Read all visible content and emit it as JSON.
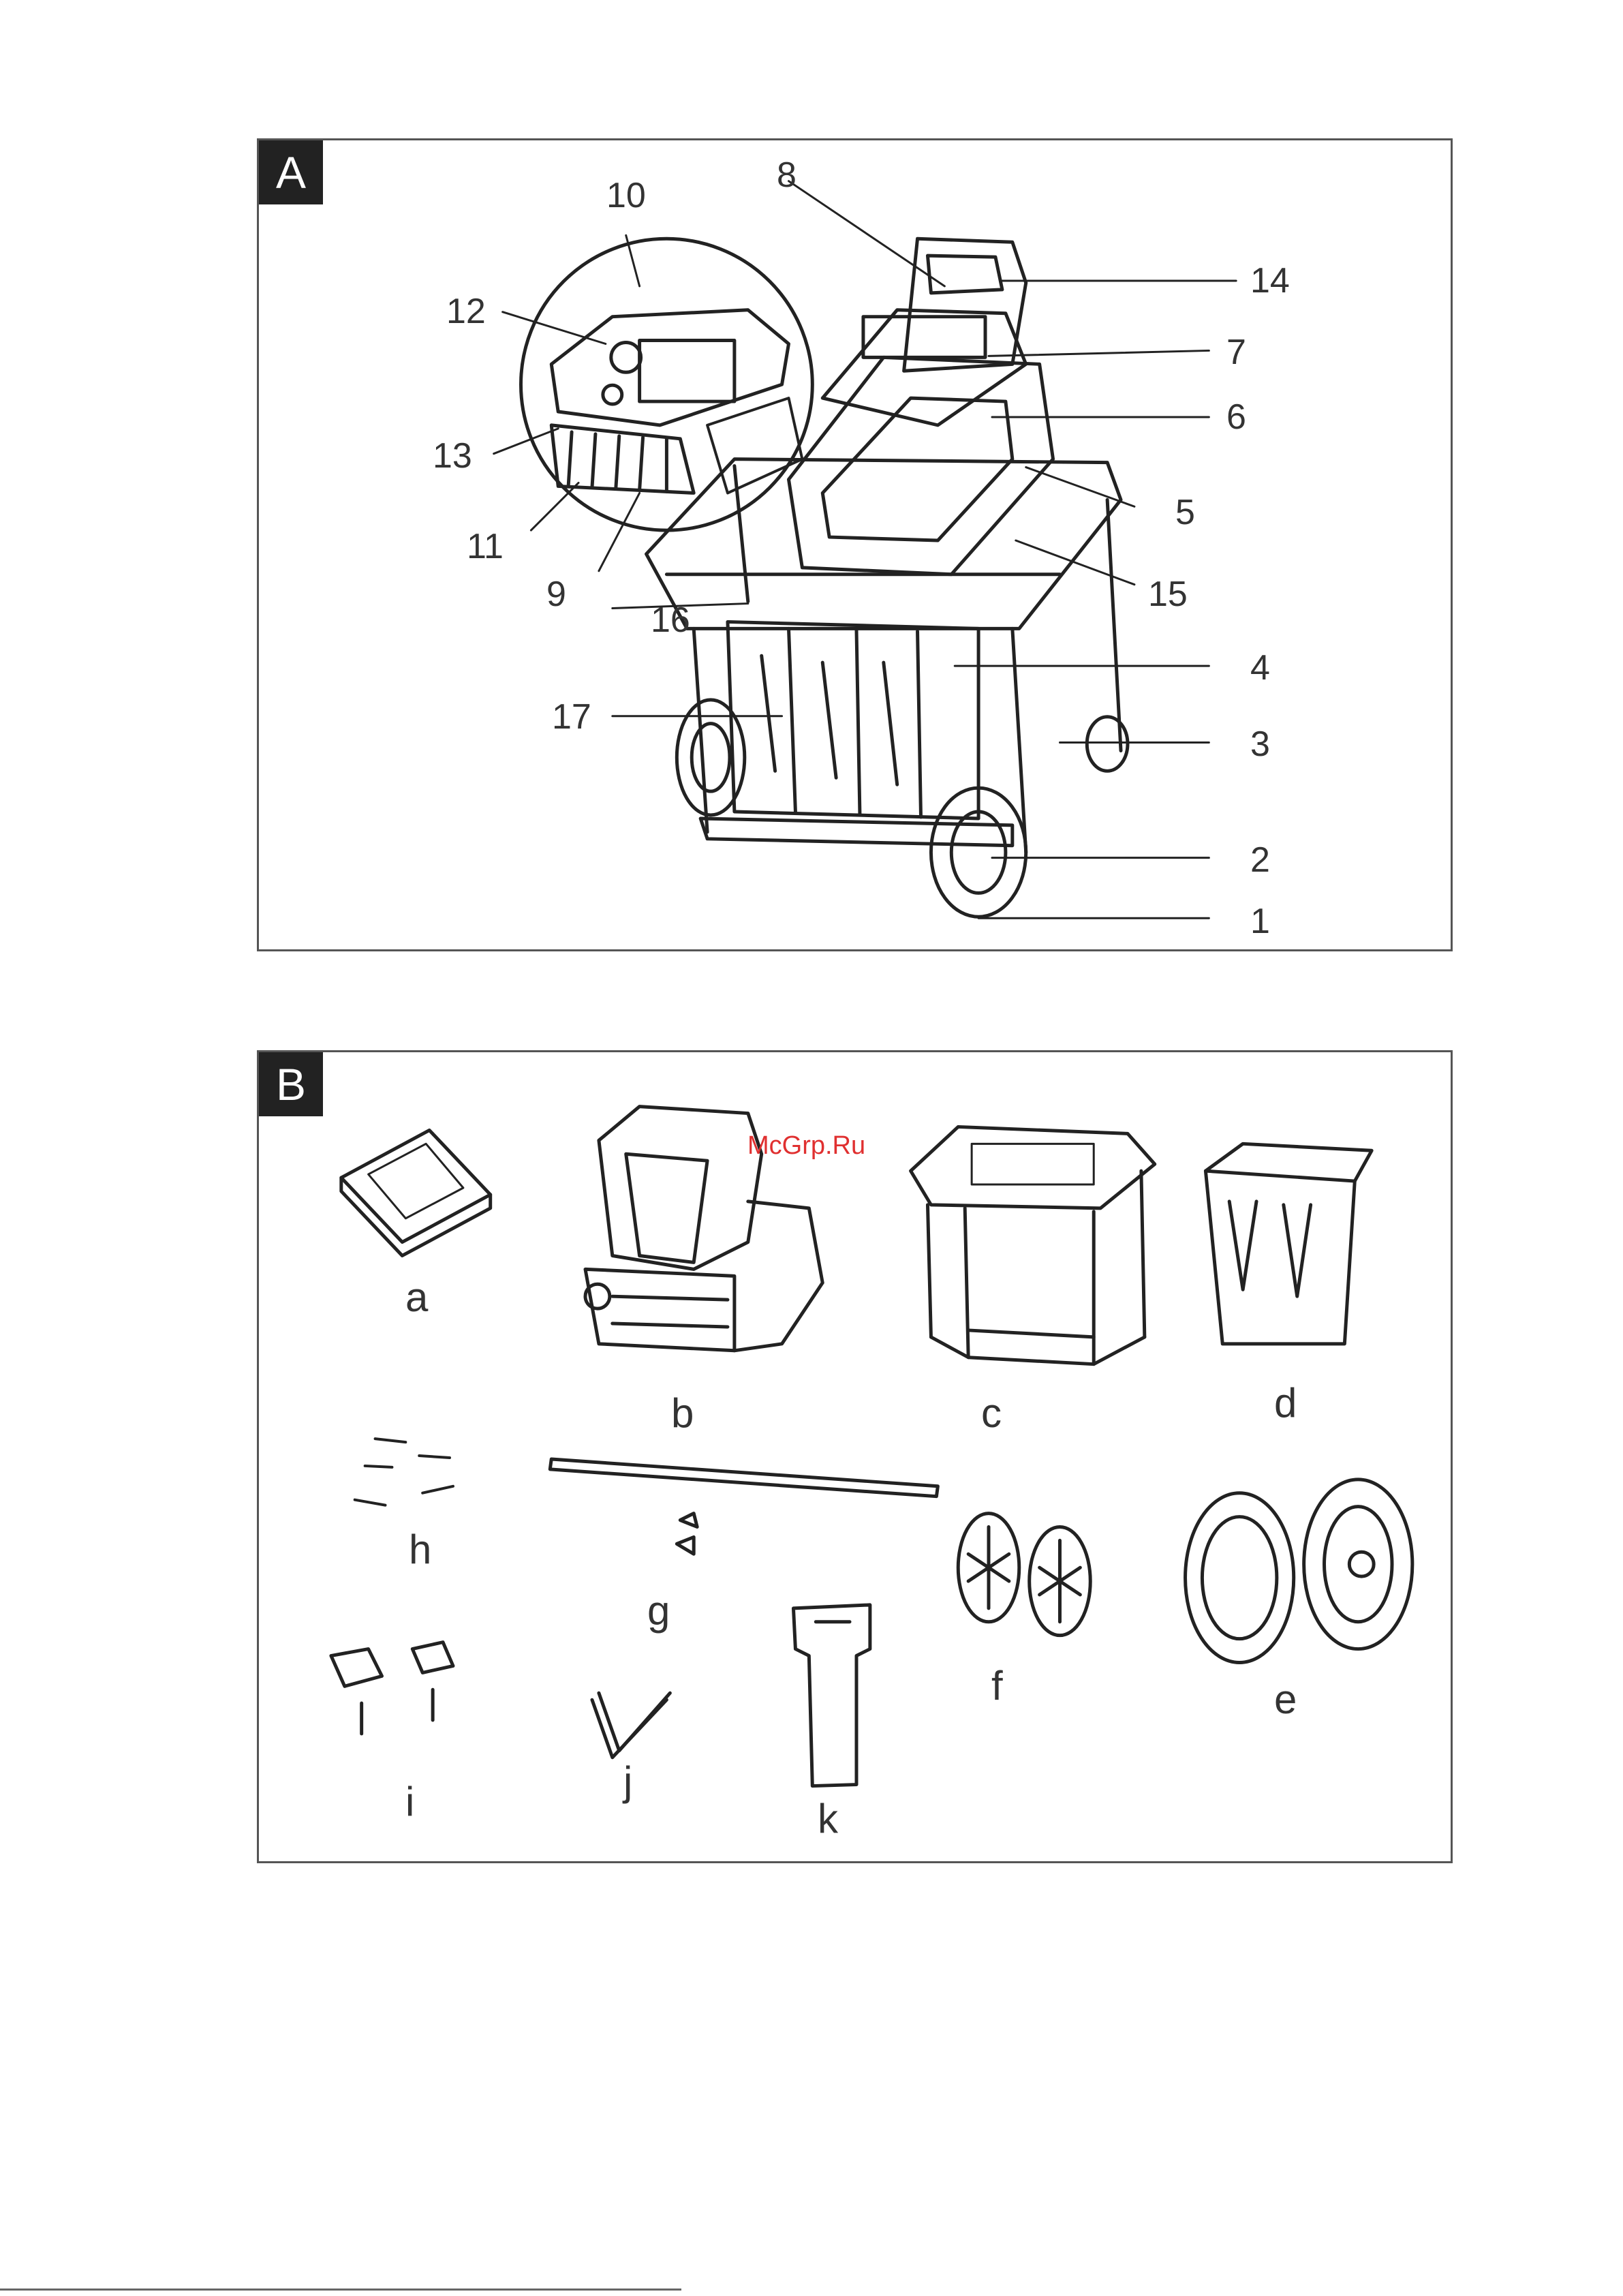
{
  "panel_a": {
    "tag": "A",
    "callouts": [
      "1",
      "2",
      "3",
      "4",
      "5",
      "6",
      "7",
      "8",
      "9",
      "10",
      "11",
      "12",
      "13",
      "14",
      "15",
      "16",
      "17"
    ]
  },
  "panel_b": {
    "tag": "B",
    "parts": [
      "a",
      "b",
      "c",
      "d",
      "e",
      "f",
      "g",
      "h",
      "i",
      "j",
      "k"
    ]
  },
  "watermark": "McGrp.Ru",
  "colors": {
    "line": "#222222",
    "border": "#555555",
    "watermark": "#e03030"
  }
}
